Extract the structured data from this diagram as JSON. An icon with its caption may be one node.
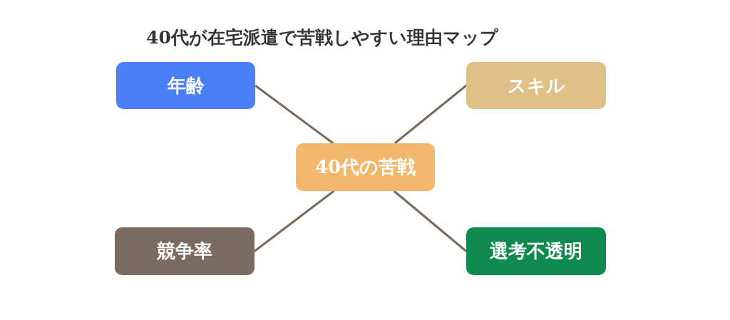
{
  "diagram": {
    "title": "40代が在宅派遣で苦戦しやすい理由マップ",
    "nodes": [
      {
        "text": [
          "年齢"
        ]
      },
      {
        "text": [
          "スキル"
        ]
      },
      {
        "text": [
          "40代の苦戦"
        ]
      },
      {
        "text": [
          "競争率"
        ]
      },
      {
        "text": [
          "選考不透明"
        ]
      }
    ],
    "edges": [
      {
        "from": 0,
        "to": 2,
        "arrow": "none"
      },
      {
        "from": 1,
        "to": 2,
        "arrow": "none"
      },
      {
        "from": 3,
        "to": 2,
        "arrow": "none"
      },
      {
        "from": 4,
        "to": 2,
        "arrow": "none"
      }
    ]
  }
}
